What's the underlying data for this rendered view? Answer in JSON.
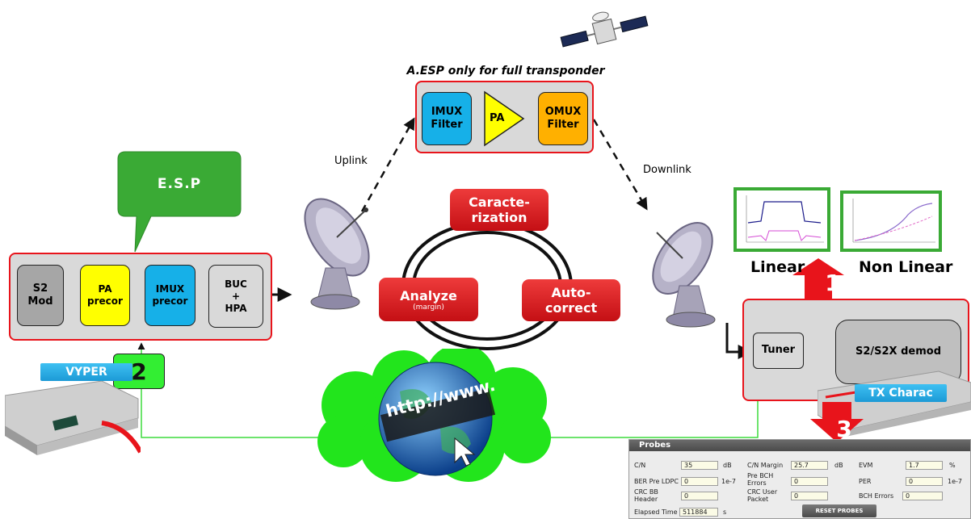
{
  "satellite": {
    "title": "A.ESP only for full transponder",
    "blocks": [
      {
        "label": "IMUX\nFilter",
        "color": "#16b0e8"
      },
      {
        "label": "PA",
        "color": "#ffff00"
      },
      {
        "label": "OMUX\nFilter",
        "color": "#ffb000"
      }
    ]
  },
  "links": {
    "uplink": "Uplink",
    "downlink": "Downlink"
  },
  "esp_callout": "E.S.P",
  "tx_chain": [
    {
      "label": "S2\nMod",
      "color": "#a6a6a6"
    },
    {
      "label": "PA\nprecor",
      "color": "#ffff00"
    },
    {
      "label": "IMUX\nprecor",
      "color": "#16b0e8"
    },
    {
      "label": "BUC\n+\nHPA",
      "color": "#d9d9d9"
    }
  ],
  "cycle": {
    "caracterization": "Caracte-\nrization",
    "analyze": "Analyze",
    "analyze_sub": "(margin)",
    "autocorrect": "Auto-\ncorrect"
  },
  "rx_chain": {
    "tuner": "Tuner",
    "demod": "S2/S2X demod"
  },
  "plots": {
    "linear": "Linear",
    "nonlinear": "Non Linear"
  },
  "markers": {
    "one": "1",
    "two": "2",
    "three": "3"
  },
  "devices": {
    "vyper": "VYPER",
    "txcharac": "TX Charac"
  },
  "network": {
    "url": "http://www."
  },
  "probes": {
    "title": "Probes",
    "reset": "RESET PROBES",
    "rows": [
      {
        "label": "C/N",
        "value": "35",
        "unit": "dB"
      },
      {
        "label": "C/N Margin",
        "value": "25.7",
        "unit": "dB"
      },
      {
        "label": "EVM",
        "value": "1.7",
        "unit": "%"
      },
      {
        "label": "BER Pre LDPC",
        "value": "0",
        "unit": "1e-7"
      },
      {
        "label": "Pre BCH\nErrors",
        "value": "0",
        "unit": ""
      },
      {
        "label": "PER",
        "value": "0",
        "unit": "1e-7"
      },
      {
        "label": "CRC BB\nHeader",
        "value": "0",
        "unit": ""
      },
      {
        "label": "CRC User\nPacket",
        "value": "0",
        "unit": ""
      },
      {
        "label": "BCH Errors",
        "value": "0",
        "unit": ""
      },
      {
        "label": "Elapsed Time",
        "value": "511884",
        "unit": "s"
      }
    ]
  },
  "colors": {
    "red": "#e8141b",
    "green": "#3aaa35",
    "bright_green": "#22ee22",
    "blue": "#16b0e8"
  }
}
